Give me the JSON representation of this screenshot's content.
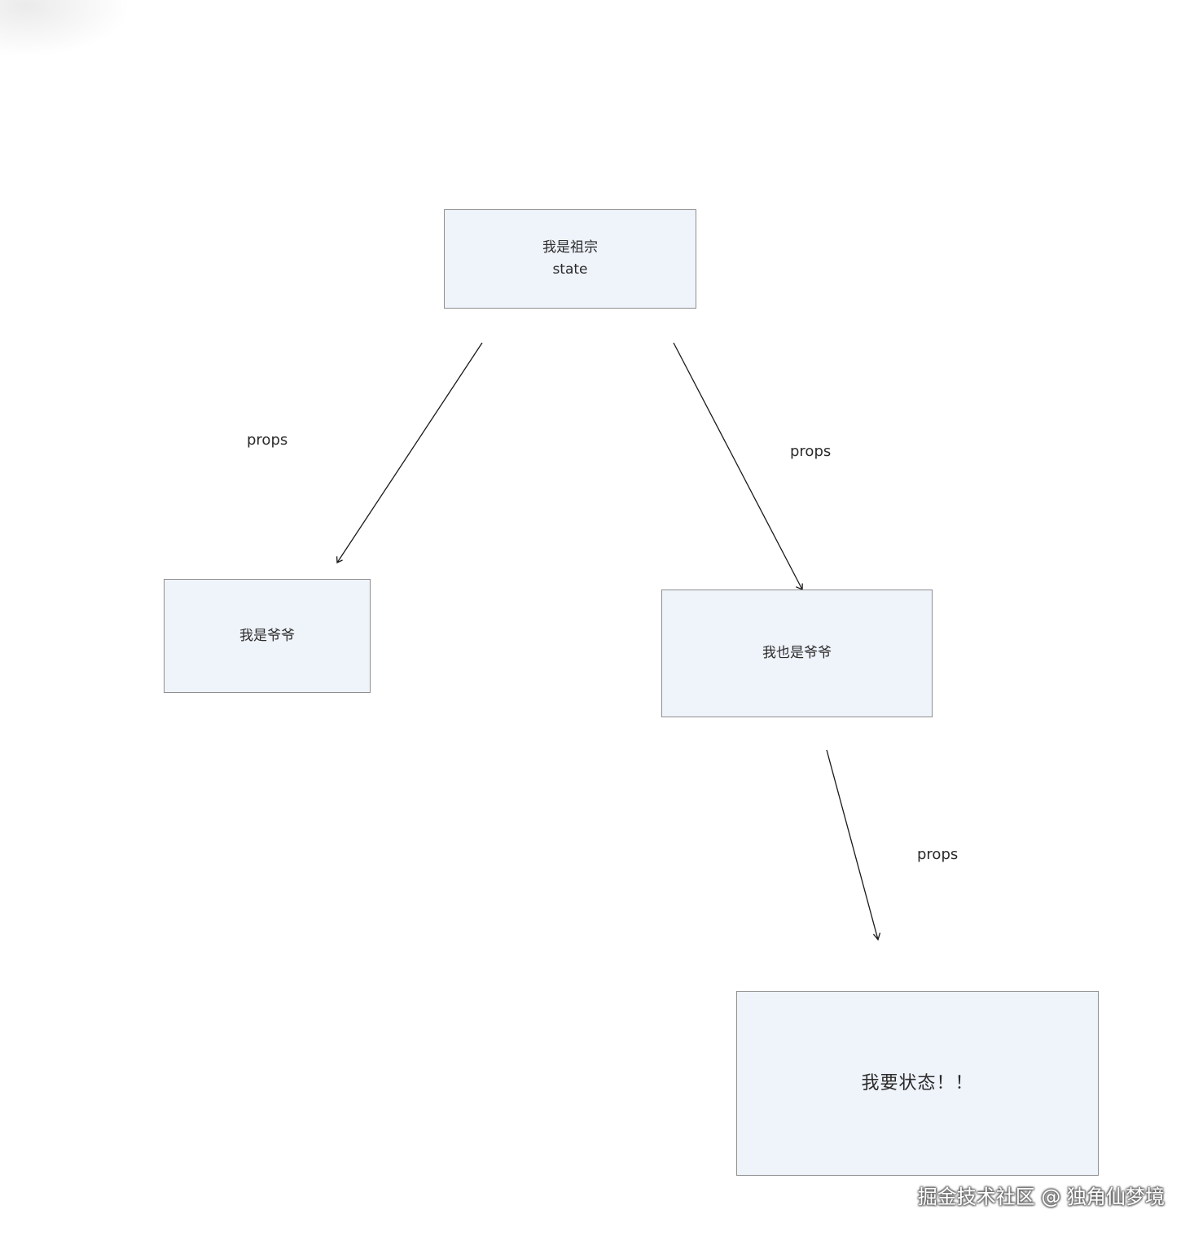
{
  "nodes": {
    "root": {
      "line1": "我是祖宗",
      "line2": "state"
    },
    "left": {
      "label": "我是爷爷"
    },
    "right": {
      "label": "我也是爷爷"
    },
    "bottom": {
      "label": "我要状态！！"
    }
  },
  "edges": {
    "root_to_left": {
      "label": "props"
    },
    "root_to_right": {
      "label": "props"
    },
    "right_to_bottom": {
      "label": "props"
    }
  },
  "watermark": "掘金技术社区 @ 独角仙梦境",
  "colors": {
    "node_fill": "#eff3fa",
    "node_border": "#8f8f8f",
    "line": "#1a1a1a",
    "text": "#2b2b2b"
  }
}
